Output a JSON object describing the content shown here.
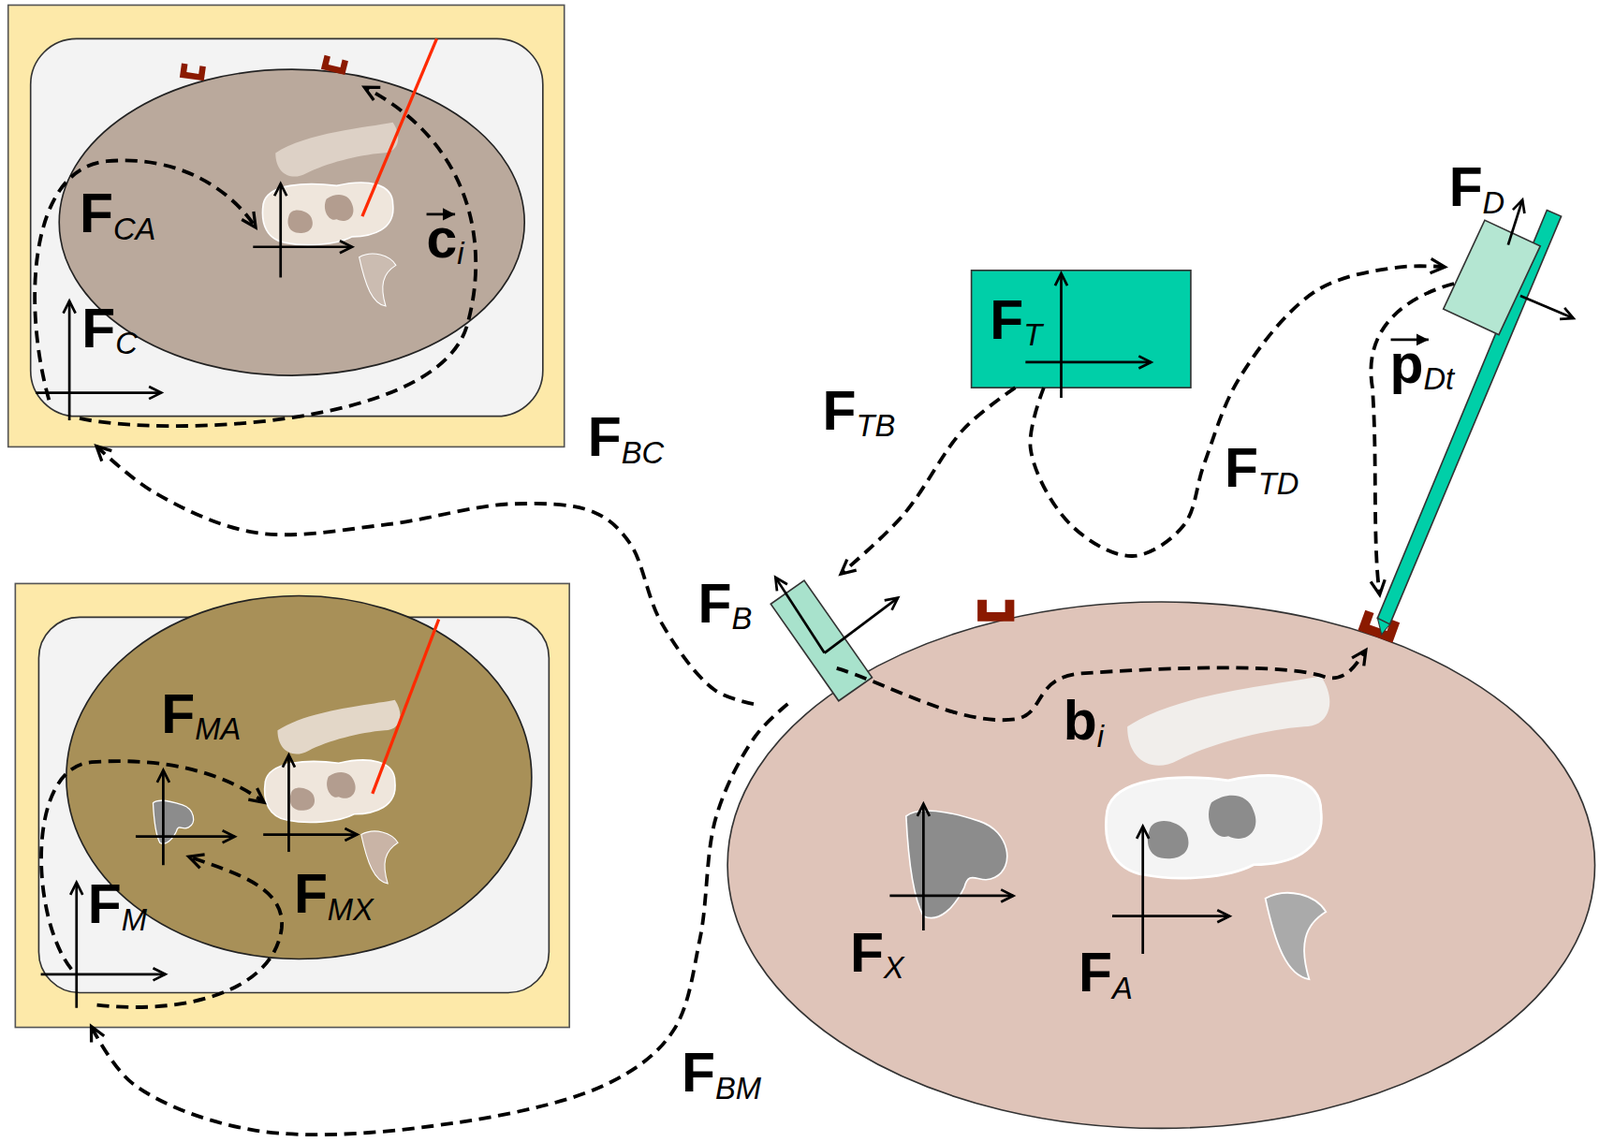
{
  "diagram": {
    "nodes": [
      {
        "text": [
          "FC"
        ]
      },
      {
        "text": [
          "FT"
        ]
      },
      {
        "text": [
          "FD"
        ]
      },
      {
        "text": [
          "FB"
        ]
      },
      {
        "text": [
          "FM"
        ]
      },
      {
        "text": []
      },
      {
        "text": [
          "FX"
        ],
        "in": 5
      },
      {
        "text": [
          "FA"
        ],
        "in": 5
      }
    ],
    "edges": [
      {
        "from": 3,
        "to": 0,
        "arrow": "to",
        "label": "FBC"
      },
      {
        "from": 1,
        "to": 3,
        "arrow": "to",
        "label": "FTB"
      },
      {
        "from": 1,
        "to": 2,
        "arrow": "to",
        "label": "FTD"
      },
      {
        "from": 3,
        "to": 4,
        "arrow": "to",
        "label": "FBM"
      }
    ],
    "labels": [
      "FCA",
      "ci",
      "FMA",
      "FMX",
      "bi",
      "pDt"
    ]
  }
}
